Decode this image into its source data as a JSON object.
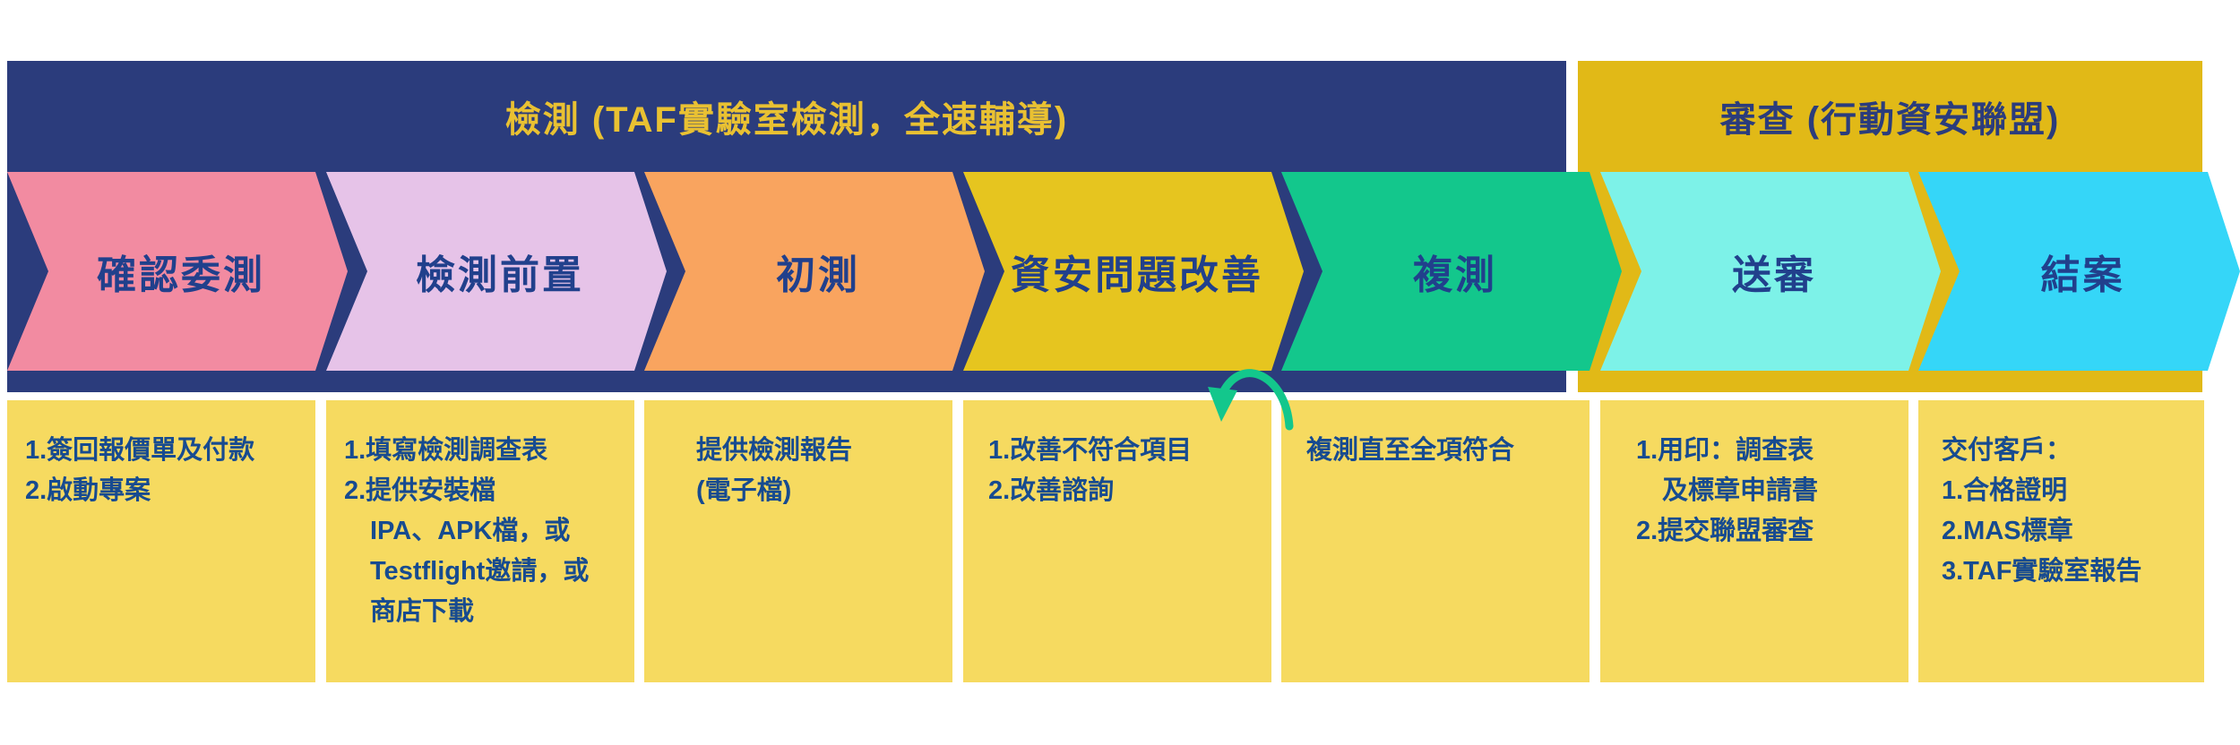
{
  "colors": {
    "navy": "#2b3c7c",
    "gold": "#e1b917",
    "boxYellow": "#f6da60",
    "labelText": "#21408c",
    "boxText": "#174b90",
    "headerGoldText": "#e9c132",
    "returnArrowGreen": "#13c78c"
  },
  "sections": [
    {
      "label": "檢測 (TAF實驗室檢測，全速輔導)"
    },
    {
      "label": "審查 (行動資安聯盟)"
    }
  ],
  "steps": [
    {
      "label": "確認委測",
      "color": "#f28ba1",
      "box_lines": [
        "1.簽回報價單及付款",
        "2.啟動專案"
      ]
    },
    {
      "label": "檢測前置",
      "color": "#e6c3e8",
      "box_lines": [
        "1.填寫檢測調查表",
        "2.提供安裝檔",
        "　IPA、APK檔，或",
        "　Testflight邀請，或",
        "　商店下載"
      ]
    },
    {
      "label": "初測",
      "color": "#f9a45f",
      "box_lines": [
        "提供檢測報告",
        "(電子檔)"
      ]
    },
    {
      "label": "資安問題改善",
      "color": "#e6c51f",
      "box_lines": [
        "1.改善不符合項目",
        "2.改善諮詢"
      ]
    },
    {
      "label": "複測",
      "color": "#13c78c",
      "box_lines": [
        "複測直至全項符合"
      ]
    },
    {
      "label": "送審",
      "color": "#7df2e8",
      "box_lines": [
        "1.用印：調查表",
        "　及標章申請書",
        "2.提交聯盟審查"
      ]
    },
    {
      "label": "結案",
      "color": "#35d6f8",
      "box_lines": [
        "交付客戶：",
        "1.合格證明",
        "2.MAS標章",
        "3.TAF實驗室報告"
      ]
    }
  ]
}
